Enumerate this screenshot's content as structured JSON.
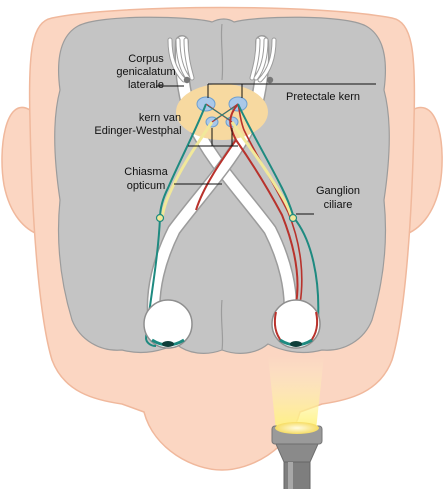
{
  "labels": {
    "lgn_line1": "Corpus",
    "lgn_line2": "genicalatum",
    "lgn_line3": "laterale",
    "pretectal": "Pretectale kern",
    "ew_line1": "kern van",
    "ew_line2": "Edinger-Westphal",
    "chiasma_line1": "Chiasma",
    "chiasma_line2": "opticum",
    "ganglion_line1": "Ganglion",
    "ganglion_line2": "ciliare"
  },
  "colors": {
    "skin": "#fbd6c2",
    "skin_outline": "#f0b89c",
    "brain": "#c4c4c4",
    "brain_outline": "#9c9c9c",
    "nerve_white": "#ffffff",
    "path_red": "#b8322c",
    "path_teal": "#1e8a80",
    "path_yellow": "#f1e89a",
    "nucleus_bg": "#f7d9a0",
    "nucleus_blue": "#a9c8e9",
    "light_yellow": "#fff4a6",
    "flashlight_gray": "#8a8a8a"
  },
  "icons": {
    "eye_left": "eyeball-icon",
    "eye_right": "eyeball-icon",
    "flashlight": "penlight-icon"
  }
}
